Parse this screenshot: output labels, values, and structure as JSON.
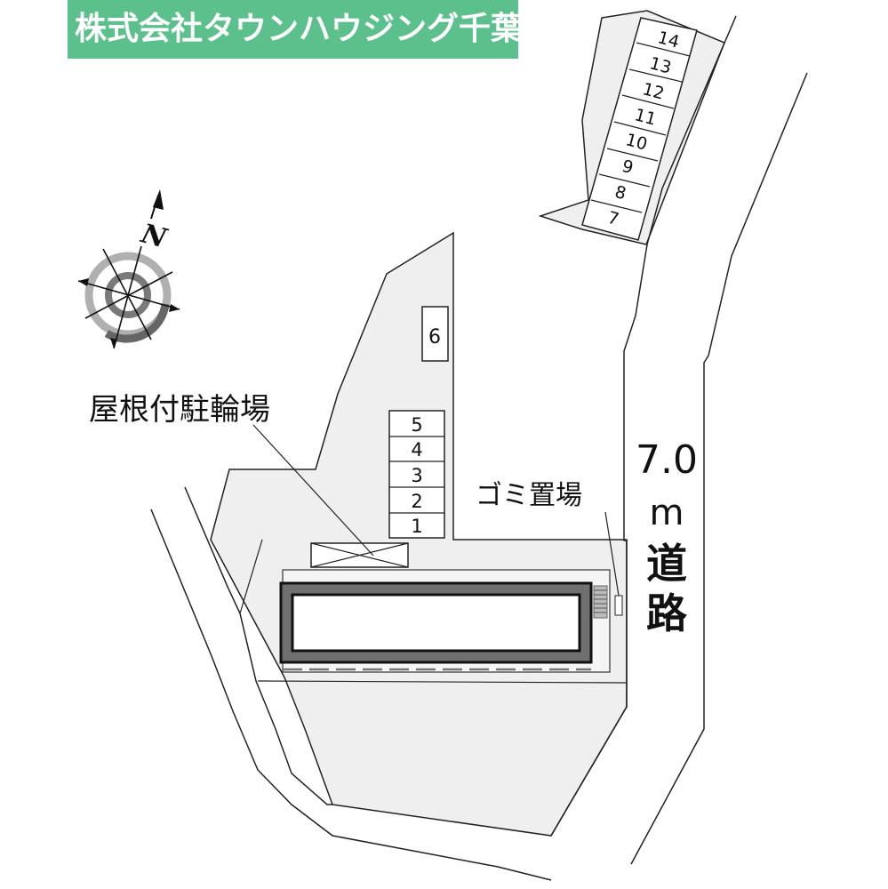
{
  "banner": {
    "text": "株式会社タウンハウジング千葉",
    "bg_color": "#5cc08d"
  },
  "compass": {
    "north_label": "N"
  },
  "labels": {
    "bicycle_parking": "屋根付駐輪場",
    "garbage_area": "ゴミ置場",
    "road_width": "7.0",
    "road_unit": "m",
    "road_char1": "道",
    "road_char2": "路"
  },
  "parking": {
    "lower_group": [
      "5",
      "4",
      "3",
      "2",
      "1"
    ],
    "single": "6",
    "upper_group": [
      "14",
      "13",
      "12",
      "11",
      "10",
      "9",
      "8",
      "7"
    ]
  },
  "colors": {
    "lot_fill": "#efefef",
    "building_wall": "#707070",
    "line": "#222222"
  }
}
